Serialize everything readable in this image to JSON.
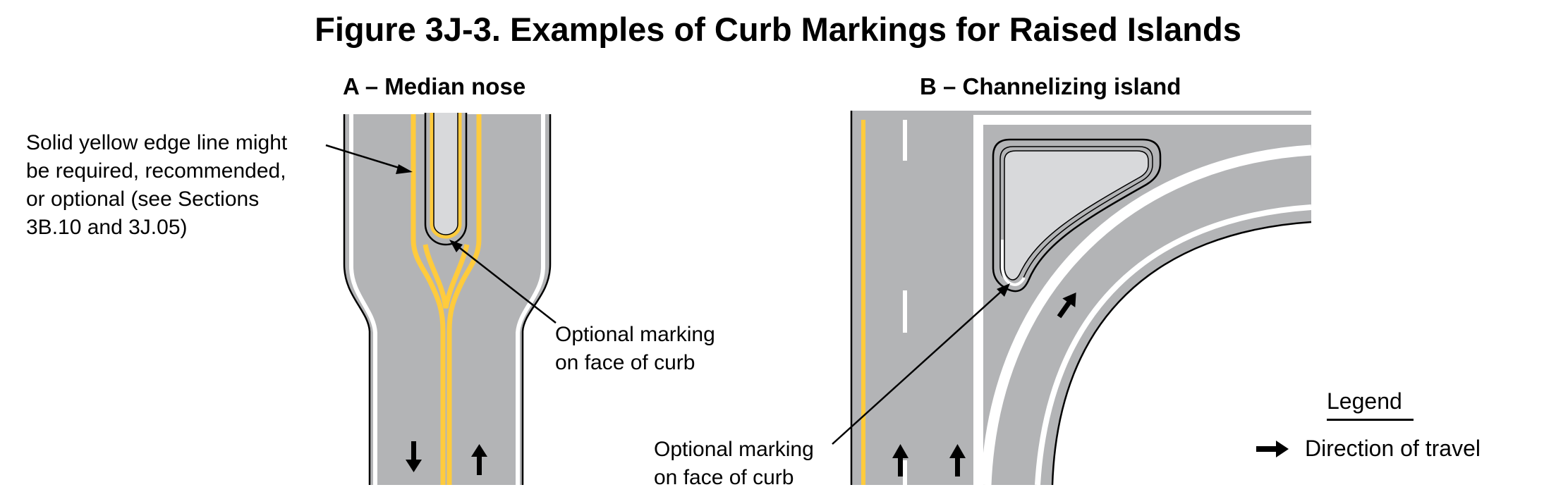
{
  "figure": {
    "title": "Figure 3J-3.  Examples of Curb Markings for Raised Islands"
  },
  "panel_a": {
    "subtitle": "A – Median nose",
    "note_edge_line": [
      "Solid yellow edge line might",
      "be required, recommended,",
      "or optional (see Sections",
      "3B.10 and 3J.05)"
    ],
    "note_curb": [
      "Optional marking",
      "on face of curb"
    ],
    "arrows": [
      "down",
      "up"
    ]
  },
  "panel_b": {
    "subtitle": "B – Channelizing island",
    "note_curb": [
      "Optional marking",
      "on face of curb"
    ],
    "arrows": [
      "up",
      "up",
      "up-right"
    ]
  },
  "legend": {
    "title": "Legend",
    "items": [
      {
        "icon": "arrow-right-icon",
        "label": "Direction of travel"
      }
    ]
  },
  "colors": {
    "pavement": "#b3b4b6",
    "island": "#d8d9db",
    "yellow_marking": "#ffcb3d",
    "white_marking": "#ffffff",
    "curb_outline": "#000000"
  }
}
